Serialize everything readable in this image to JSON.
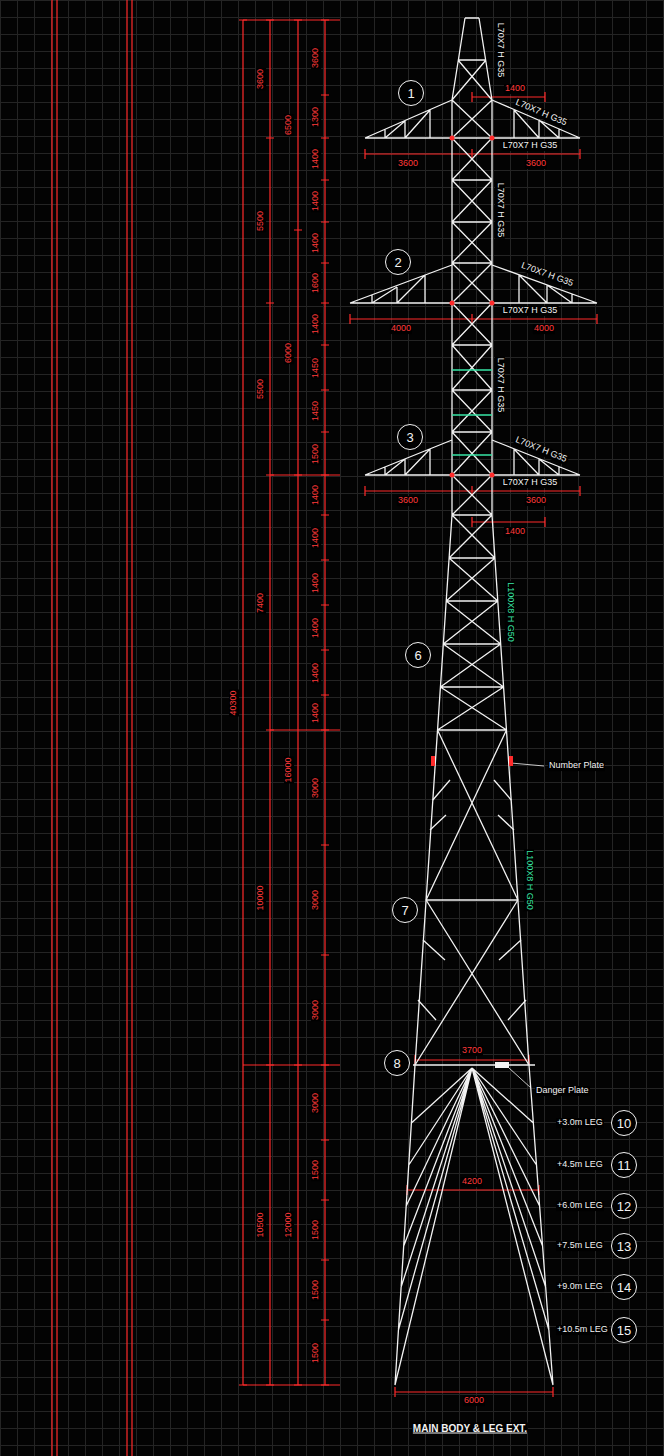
{
  "diagram": {
    "caption": "MAIN BODY & LEG EXT.",
    "nodes": [
      {
        "text": [
          "1"
        ]
      },
      {
        "text": [
          "2"
        ]
      },
      {
        "text": [
          "3"
        ]
      },
      {
        "text": [
          "6"
        ]
      },
      {
        "text": [
          "7"
        ]
      },
      {
        "text": [
          "8"
        ]
      },
      {
        "text": [
          "10"
        ]
      },
      {
        "text": [
          "11"
        ]
      },
      {
        "text": [
          "12"
        ]
      },
      {
        "text": [
          "13"
        ]
      },
      {
        "text": [
          "14"
        ]
      },
      {
        "text": [
          "15"
        ]
      }
    ],
    "labels": [
      "L70X7 H G35",
      "1400",
      "L70X7 H G35",
      "L70X7 H G35",
      "3600",
      "3600",
      "L70X7 H G35",
      "L70X7 H G35",
      "L70X7 H G35",
      "4000",
      "4000",
      "L70X7 H G35",
      "L70X7 H G35",
      "L70X7 H G35",
      "3600",
      "3600",
      "1400",
      "L100X8 H G50",
      "Number Plate",
      "L100X8 H G50",
      "3700",
      "Danger Plate",
      "+3.0m LEG",
      "+4.5m LEG",
      "+6.0m LEG",
      "+7.5m LEG",
      "+9.0m LEG",
      "+10.5m LEG",
      "4200",
      "6000",
      "40300",
      "3600",
      "5500",
      "5500",
      "7400",
      "10000",
      "10500",
      "6500",
      "6000",
      "16000",
      "12000",
      "3600",
      "1300",
      "1400",
      "1400",
      "1400",
      "1600",
      "1400",
      "1450",
      "1450",
      "1500",
      "1400",
      "1400",
      "1400",
      "1400",
      "1400",
      "1400",
      "3000",
      "3000",
      "3000",
      "3000",
      "1500",
      "1500",
      "1500",
      "1500"
    ]
  }
}
